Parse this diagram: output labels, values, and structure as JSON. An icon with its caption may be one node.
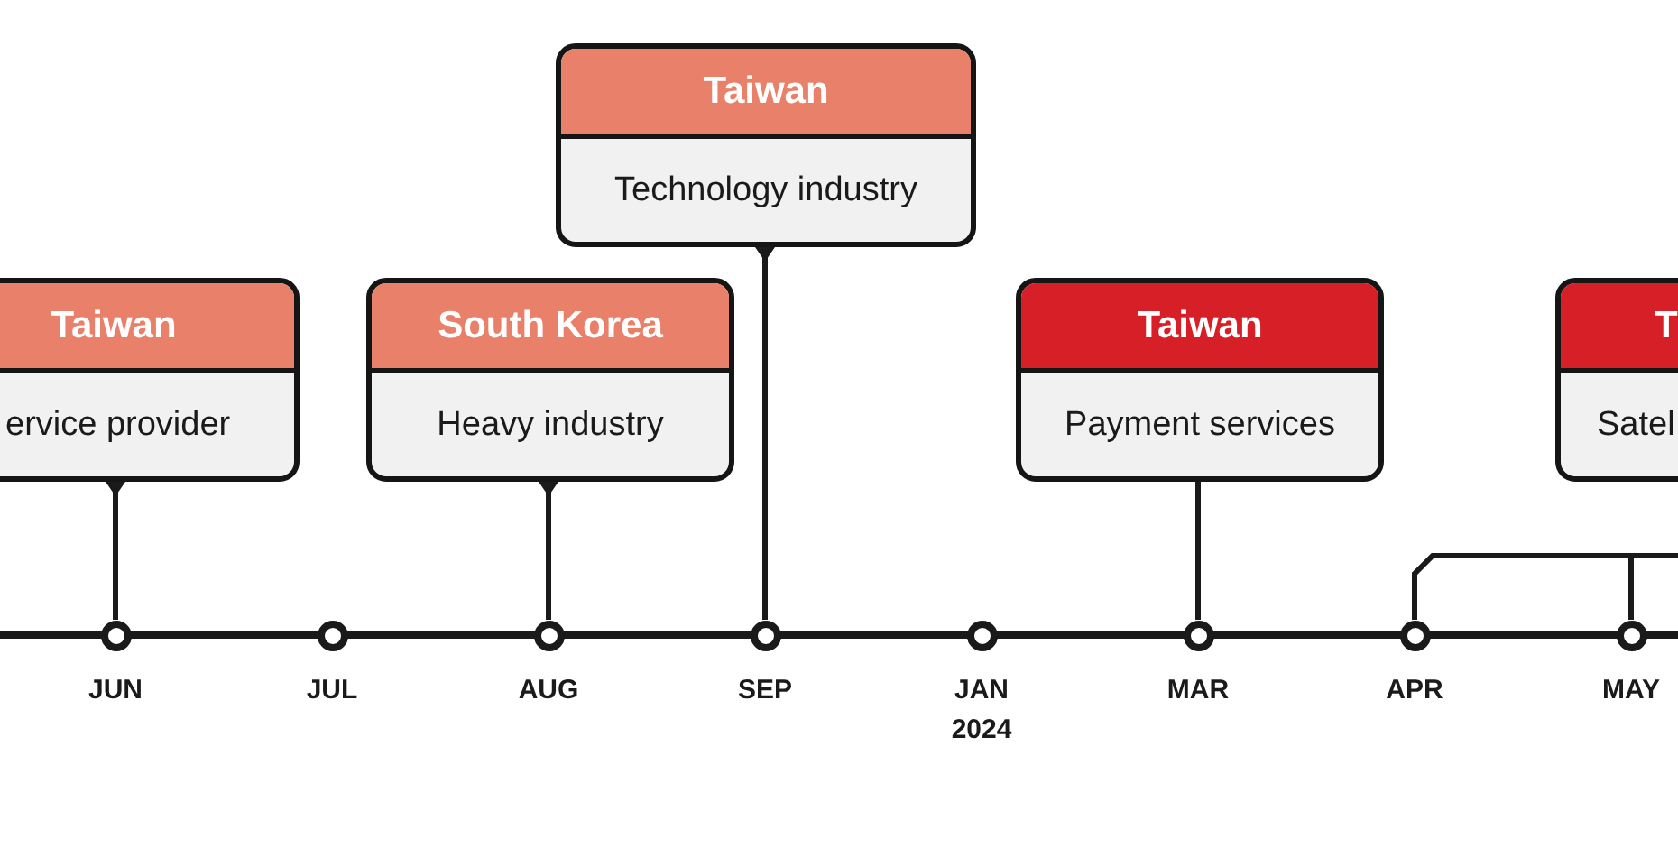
{
  "diagram": {
    "nodes": [
      {
        "text": [
          "Taiwan",
          "ervice provider"
        ]
      },
      {
        "text": [
          "South Korea",
          "Heavy industry"
        ]
      },
      {
        "text": [
          "Taiwan",
          "Technology industry"
        ]
      },
      {
        "text": [
          "Taiwan",
          "Payment services"
        ]
      },
      {
        "text": [
          "T",
          "Satel"
        ]
      },
      {
        "text": [],
        "shape": "circle",
        "beside": [
          "JUN"
        ]
      },
      {
        "text": [],
        "shape": "circle",
        "beside": [
          "JUL"
        ]
      },
      {
        "text": [],
        "shape": "circle",
        "beside": [
          "AUG"
        ]
      },
      {
        "text": [],
        "shape": "circle",
        "beside": [
          "SEP"
        ]
      },
      {
        "text": [],
        "shape": "circle",
        "beside": [
          "JAN",
          "2024"
        ]
      },
      {
        "text": [],
        "shape": "circle",
        "beside": [
          "MAR"
        ]
      },
      {
        "text": [],
        "shape": "circle",
        "beside": [
          "APR"
        ]
      },
      {
        "text": [],
        "shape": "circle",
        "beside": [
          "MAY"
        ]
      }
    ],
    "edges": [
      {
        "from": 5,
        "to": 0,
        "arrow": "other"
      },
      {
        "from": 7,
        "to": 1,
        "arrow": "other"
      },
      {
        "from": 8,
        "to": 2,
        "arrow": "other"
      },
      {
        "from": 10,
        "to": 3,
        "arrow": "none"
      },
      {
        "from": 11,
        "to": 4,
        "arrow": "none"
      },
      {
        "from": 12,
        "to": 4,
        "arrow": "none"
      }
    ]
  }
}
